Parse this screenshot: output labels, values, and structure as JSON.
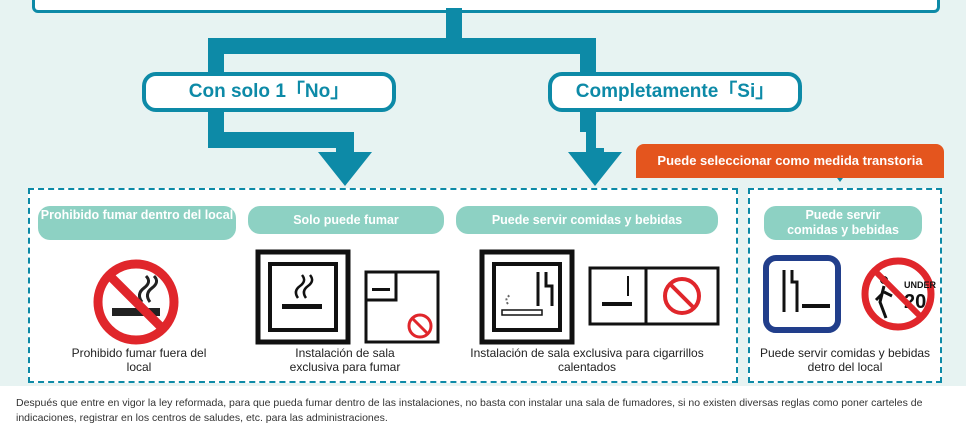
{
  "branches": {
    "left": "Con solo 1「No」",
    "right": "Completamente「Si」"
  },
  "transitional_note": "Puede seleccionar como medida transtoria",
  "tags": {
    "no_smoking_inside": "Prohibido fumar dentro del local",
    "smoking_only": "Solo puede fumar",
    "food_drinks": "Puede servir comidas y bebidas",
    "food_drinks_transitional": "Puede servir comidas y bebidas"
  },
  "captions": {
    "no_smoking_outside": "Prohibido fumar fuera del local",
    "smoking_room": "Instalación de sala exclusiva para fumar",
    "heated_cig_room": "Instalación de sala exclusiva para cigarrillos calentados",
    "food_inside": "Puede servir comidas y bebidas detro del local"
  },
  "sign_texts": {
    "under": "UNDER",
    "age": "20"
  },
  "footnote": "Después que entre en vigor la ley reformada, para que pueda fumar dentro de las instalaciones, no basta con instalar una sala de fumadores, si no existen diversas reglas como poner carteles de indicaciones, registrar en los centros de saludes, etc. para las administraciones.",
  "colors": {
    "teal": "#0d8aa7",
    "mint": "#8dd1c3",
    "orange": "#e4551e",
    "red": "#e0262b",
    "navy": "#213e8b"
  }
}
